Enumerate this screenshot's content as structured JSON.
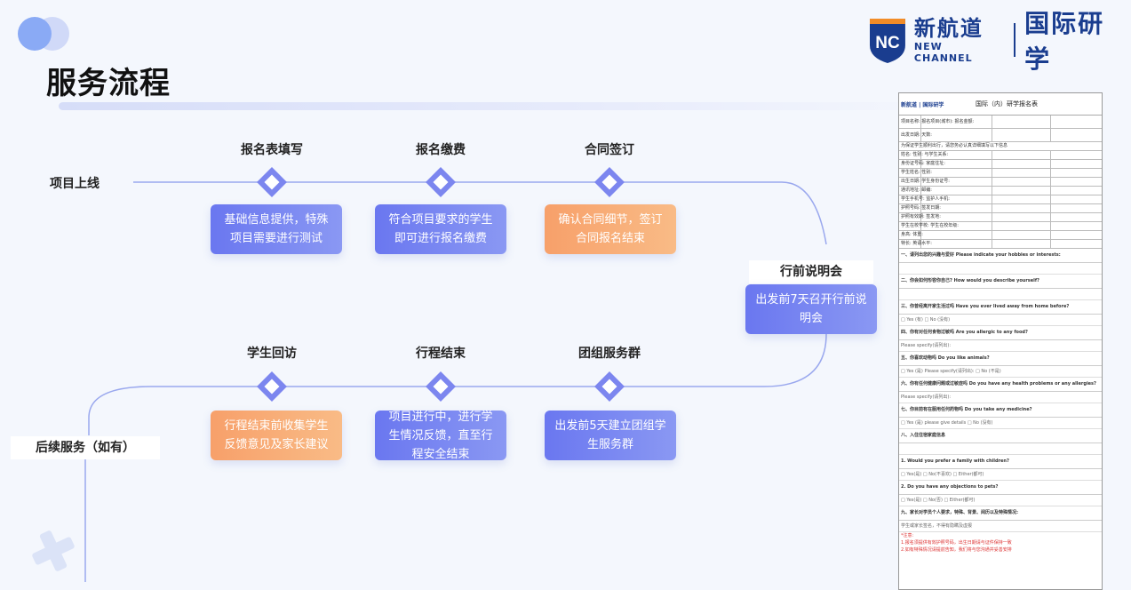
{
  "page": {
    "title": "服务流程"
  },
  "logo": {
    "mark": "NC",
    "cn": "新航道",
    "en": "NEW CHANNEL",
    "sub": "国际研学"
  },
  "flow": {
    "start_label": "项目上线",
    "end_label": "后续服务（如有）",
    "top_steps": [
      {
        "label": "报名表填写",
        "desc": "基础信息提供，特殊项目需要进行测试",
        "color": "blue"
      },
      {
        "label": "报名缴费",
        "desc": "符合项目要求的学生即可进行报名缴费",
        "color": "blue"
      },
      {
        "label": "合同签订",
        "desc": "确认合同细节，签订合同报名结束",
        "color": "orange"
      }
    ],
    "middle_step": {
      "label": "行前说明会",
      "desc": "出发前7天召开行前说明会"
    },
    "bottom_steps": [
      {
        "label": "学生回访",
        "desc": "行程结束前收集学生反馈意见及家长建议",
        "color": "orange"
      },
      {
        "label": "行程结束",
        "desc": "项目进行中，进行学生情况反馈，直至行程安全结束",
        "color": "blue"
      },
      {
        "label": "团组服务群",
        "desc": "出发前5天建立团组学生服务群",
        "color": "blue"
      }
    ]
  },
  "form": {
    "logo": "新航道 | 国际研学",
    "title": "国际（内）研学报名表",
    "rows": [
      "项目名称:        报名项目(城市):        报名金额:",
      "出发日期:        天数:",
      "为保证学生顺利出行，请您务必认真详细填写以下信息",
      "姓名:      性别:      与学生关系:",
      "身份证号码:      家庭住址:",
      "学生姓名:      性别:",
      "出生日期:      学生身份证号:",
      "通讯地址:      邮编:",
      "学生手机号:      监护人手机:",
      "护照号码:      签发日期:",
      "护照有效期:      签发地:",
      "学生在校学校:      学生在校年级:",
      "身高:      体重:",
      "特长:      英语水平:"
    ],
    "questions": [
      {
        "q": "一、请列出您的兴趣与爱好 Please indicate your hobbies or interests:",
        "a": ""
      },
      {
        "q": "二、你会如何形容你自己? How would you describe yourself?",
        "a": ""
      },
      {
        "q": "三、你曾经离开家生活过吗 Have you ever lived away from home before?",
        "a": "□ Yes (有)  □ No (没有)"
      },
      {
        "q": "四、你有对任何食物过敏吗 Are you allergic to any food?",
        "a": "Please specify(请列出):"
      },
      {
        "q": "五、你喜欢动物吗 Do you like animals?",
        "a": "□ Yes (是) Please specify(请列出):  □ No (不是)"
      },
      {
        "q": "六、你有任何健康问题或过敏症吗 Do you have any health problems or any allergies?",
        "a": "Please specify(请列出):"
      },
      {
        "q": "七、你目前有在服用任何药物吗 Do you take any medicine?",
        "a": "□ Yes (是) please give details  □ No (没有)"
      },
      {
        "q": "八、入住住宿家庭信息",
        "a": ""
      },
      {
        "q": "1. Would you prefer a family with children?",
        "a": "□ Yes(是)  □ No(不喜欢)  □ Either(都可)"
      },
      {
        "q": "2. Do you have any objections to pets?",
        "a": "□ Yes(是)  □ No(否)  □ Either(都可)"
      },
      {
        "q": "九、家长对学员个人要求，特殊、背景、阅历以及特殊情况:",
        "a": "学生或家长签名，不得有隐瞒及虚报"
      }
    ],
    "notes": [
      "*注意:",
      "1.报名须提供有效护照号码，出生日期请与证件保持一致",
      "2.如有特殊情况请提前告知，我们将与您沟通并妥善安排"
    ]
  }
}
